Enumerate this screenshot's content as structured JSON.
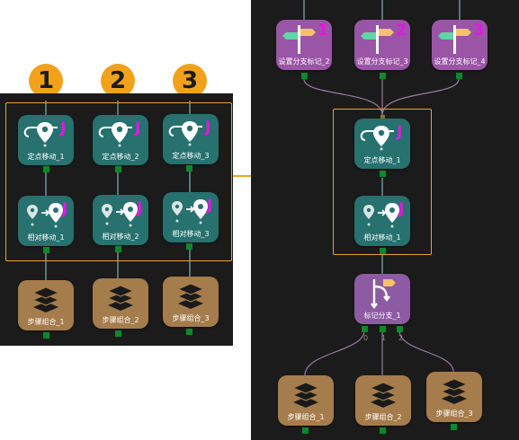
{
  "badges": [
    "1",
    "2",
    "3"
  ],
  "left": {
    "move_nodes": [
      "定点移动_1",
      "定点移动_2",
      "定点移动_3"
    ],
    "relative_nodes": [
      "相对移动_1",
      "相对移动_2",
      "相对移动_3"
    ],
    "group_nodes": [
      "步骤组合_1",
      "步骤组合_2",
      "步骤组合_3"
    ]
  },
  "right": {
    "branch_mark_nodes": [
      "设置分支标记_2",
      "设置分支标记_3",
      "设置分支标记_4"
    ],
    "branch_mark_digits": [
      "1",
      "2",
      "3"
    ],
    "move_node": "定点移动_1",
    "relative_node": "相对移动_1",
    "branch_node": "标记分支_1",
    "branch_ports": [
      "0",
      "1",
      "2"
    ],
    "group_nodes": [
      "步骤组合_1",
      "步骤组合_2",
      "步骤组合_3"
    ]
  },
  "colors": {
    "panel_bg": "#1b1b1b",
    "teal_node": "#27716f",
    "purple_node": "#9a55a6",
    "brown_node": "#a57c4b",
    "orange_accent": "#f1a21a",
    "port_green": "#0b8a2a",
    "j_badge": "#e216e6"
  },
  "icons": {
    "move": "map-pin-route-icon",
    "relative": "relative-move-icon",
    "group": "layers-stack-icon",
    "branch_mark": "signpost-flag-icon",
    "branch": "branch-split-icon"
  }
}
